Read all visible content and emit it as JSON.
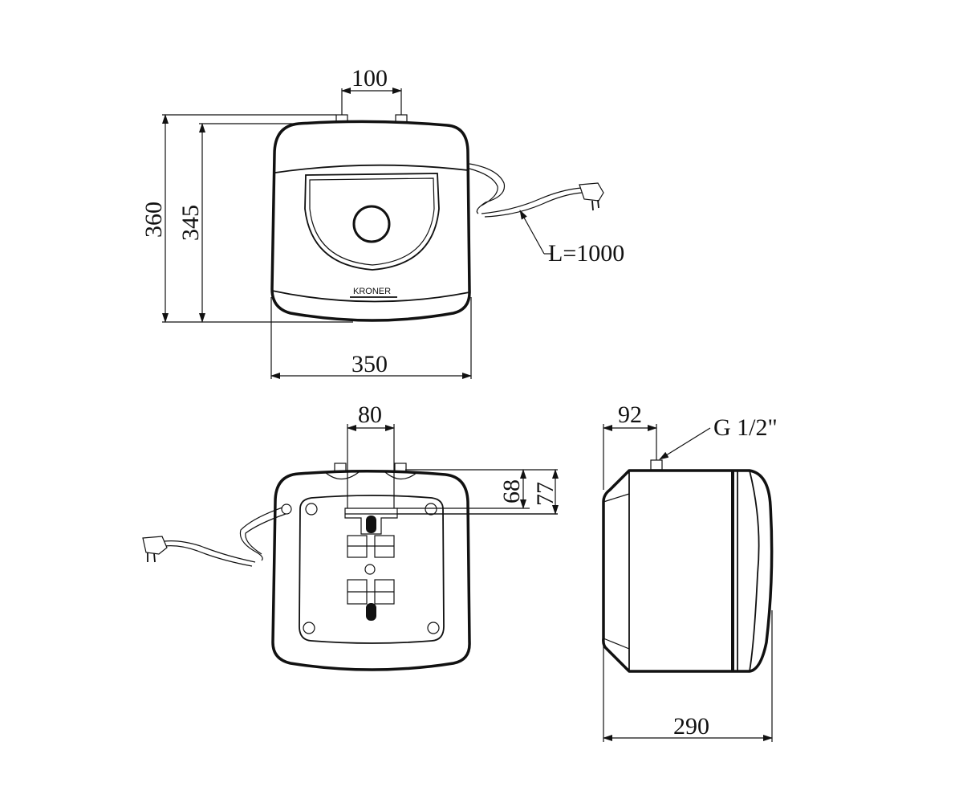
{
  "front_view": {
    "pipe_spacing": "100",
    "total_height": "360",
    "body_height": "345",
    "width": "350",
    "cable_length": "L=1000",
    "brand": "KRONER"
  },
  "back_view": {
    "pipe_spacing": "80",
    "bracket_offset": "68",
    "bracket_offset_total": "77"
  },
  "side_view": {
    "pipe_offset": "92",
    "thread": "G 1/2\"",
    "depth": "290"
  },
  "colors": {
    "line": "#111111",
    "background": "#ffffff"
  }
}
